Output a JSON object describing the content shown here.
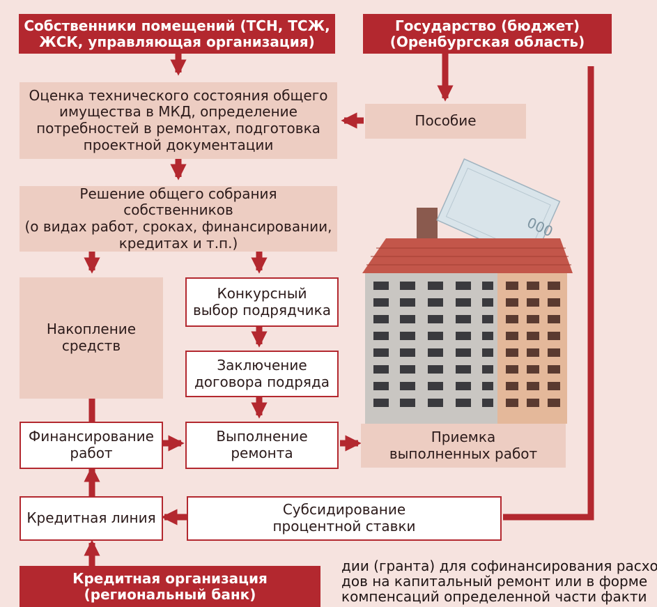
{
  "nodes": {
    "owners": "Собственники помещений (ТСН, ТСЖ,\nЖСК, управляющая организация)",
    "state": "Государство (бюджет)\n(Оренбургская область)",
    "assessment": "Оценка технического состояния общего\nимущества в МКД,  определение\nпотребностей в ремонтах, подготовка\nпроектной документации",
    "allowance": "Пособие",
    "decision": "Решение общего собрания собственников\n(о видах работ, сроках, финансировании,\nкредитах и т.п.)",
    "accumulation": "Накопление\nсредств",
    "contractor_selection": "Конкурсный\nвыбор подрядчика",
    "contract": "Заключение\nдоговора подряда",
    "financing": "Финансирование\nработ",
    "repair": "Выполнение\nремонта",
    "acceptance": "Приемка\nвыполненных работ",
    "credit_line": "Кредитная линия",
    "subsidy": "Субсидирование\nпроцентной ставки",
    "credit_org": "Кредитная организация\n(региональный банк)"
  },
  "paragraph": [
    "дии (гранта) для софинансирования расхо",
    "дов на капитальный ремонт или в форме",
    "компенсаций определенной части факти"
  ],
  "colors": {
    "accent_red": "#b3282f",
    "box_pink": "#edcdc2",
    "background": "#f6e3df"
  },
  "illustration": "apartment-building-with-banknote"
}
